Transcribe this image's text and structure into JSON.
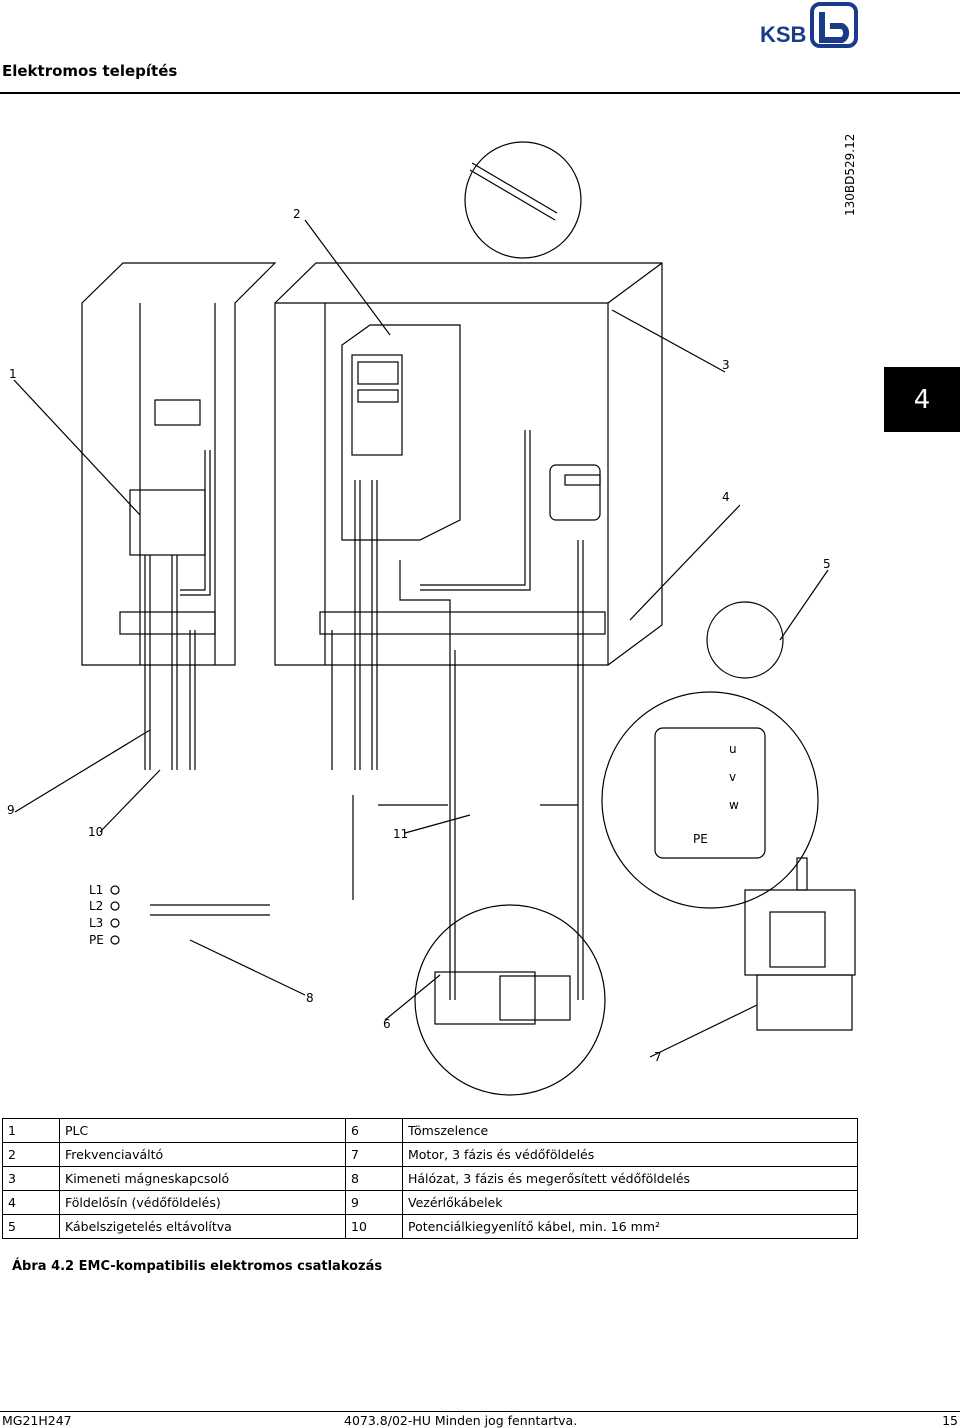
{
  "header": {
    "section_title": "Elektromos telepítés",
    "logo_text": "KSB",
    "doc_code": "130BD529.12",
    "chapter_tab": "4"
  },
  "figure": {
    "callouts": [
      "1",
      "2",
      "3",
      "4",
      "5",
      "6",
      "7",
      "8",
      "9",
      "10",
      "11"
    ],
    "mains_labels": [
      "L1",
      "L2",
      "L3",
      "PE"
    ],
    "terminal_labels": [
      "u",
      "v",
      "w",
      "PE"
    ]
  },
  "legend": {
    "rows": [
      {
        "n1": "1",
        "t1": "PLC",
        "n2": "6",
        "t2": "Tömszelence"
      },
      {
        "n1": "2",
        "t1": "Frekvenciaváltó",
        "n2": "7",
        "t2": "Motor, 3 fázis és védőföldelés"
      },
      {
        "n1": "3",
        "t1": "Kimeneti mágneskapcsoló",
        "n2": "8",
        "t2": "Hálózat, 3 fázis és megerősített védőföldelés"
      },
      {
        "n1": "4",
        "t1": "Földelősín (védőföldelés)",
        "n2": "9",
        "t2": "Vezérlőkábelek"
      },
      {
        "n1": "5",
        "t1": "Kábelszigetelés eltávolítva",
        "n2": "10",
        "t2": "Potenciálkiegyenlítő kábel, min. 16 mm²"
      }
    ]
  },
  "caption": "Ábra 4.2 EMC-kompatibilis elektromos csatlakozás",
  "footer": {
    "left": "MG21H247",
    "center": "4073.8/02-HU Minden jog fenntartva.",
    "right": "15"
  }
}
